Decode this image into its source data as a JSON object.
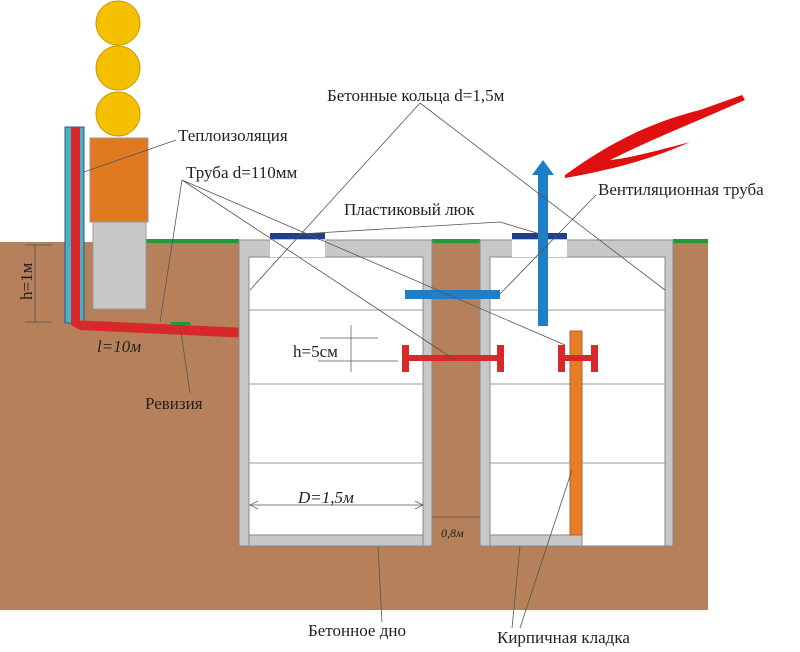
{
  "labels": {
    "insulation": "Теплоизоляция",
    "pipe": "Труба d=110мм",
    "rings": "Бетонные кольца d=1,5м",
    "hatch": "Пластиковый люк",
    "vent": "Вентиляционная труба",
    "depth": "h=1м",
    "length": "l=10м",
    "revision": "Ревизия",
    "drop": "h=5см",
    "diameter": "D=1,5м",
    "gap": "0,8м",
    "bottom": "Бетонное дно",
    "brick": "Кирпичная кладка"
  },
  "colors": {
    "soil": "#b5805a",
    "concrete": "#c8c8c8",
    "grass": "#1e9a3c",
    "sewer_pipe": "#d8282a",
    "insulation": "#4ab0c8",
    "vent_pipe": "#1e7ec8",
    "hatch": "#1e3f8c",
    "brick": "#e67e22",
    "house_wall": "#e07a20",
    "sun": "#f5c000",
    "arrow": "#e01010"
  }
}
